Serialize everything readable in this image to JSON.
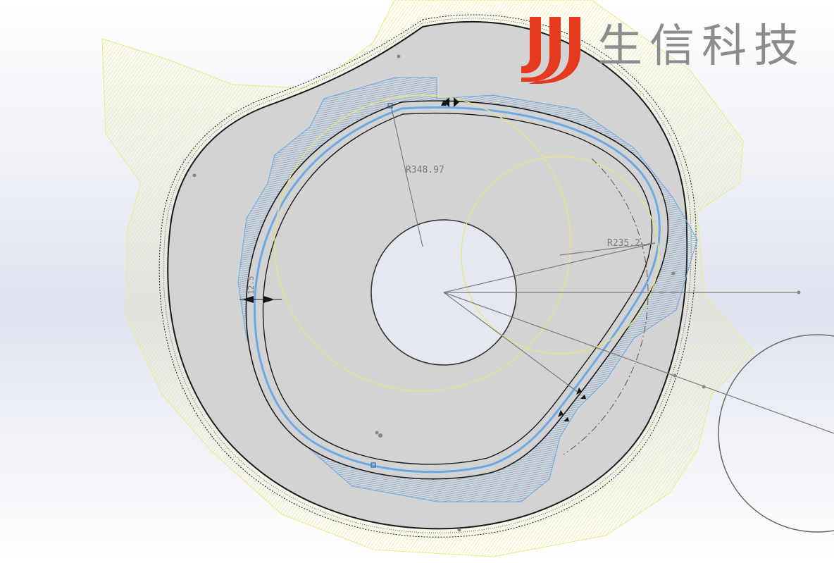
{
  "watermark": {
    "logo_icon": "stripes-logo-icon",
    "text": "生信科技",
    "colors": {
      "logo_red": "#e53a1e",
      "text_gray": "#8c8c8c"
    }
  },
  "dimensions": {
    "radius_large": "R348.97",
    "radius_small": "R235.2",
    "thickness": "12.5"
  },
  "colors": {
    "yellow_curvature_comb": "#f4f29a",
    "blue_curvature_comb": "#6aa8e6",
    "body_fill": "#d3d3d3",
    "hole_fill": "#e6e8f1",
    "outline": "#1a1a1a"
  }
}
